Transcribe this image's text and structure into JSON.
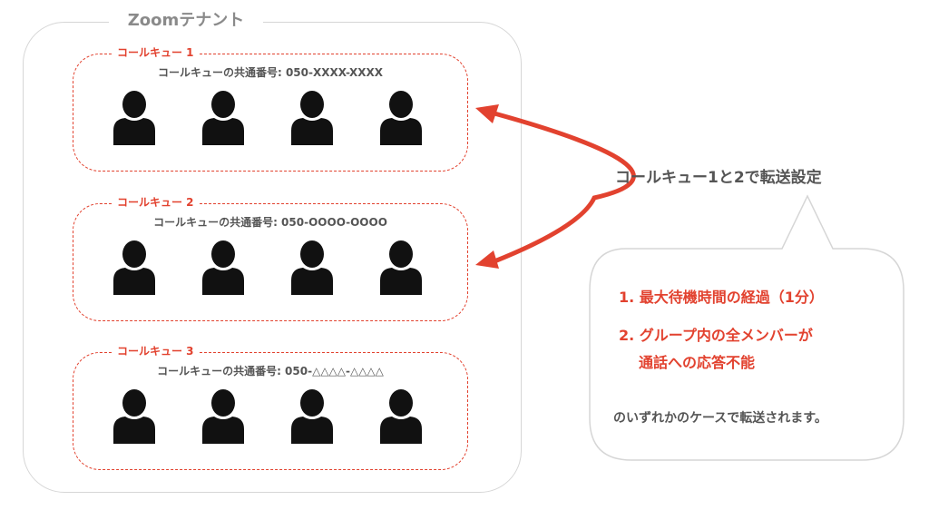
{
  "tenant": {
    "title": "Zoomテナント"
  },
  "queues": [
    {
      "label": "コールキュー 1",
      "number_text": "コールキューの共通番号: 050-XXXX-XXXX",
      "member_count": 4
    },
    {
      "label": "コールキュー 2",
      "number_text": "コールキューの共通番号: 050-OOOO-OOOO",
      "member_count": 4
    },
    {
      "label": "コールキュー 3",
      "number_text": "コールキューの共通番号: 050-△△△△-△△△△",
      "member_count": 4
    }
  ],
  "transfer": {
    "title": "コールキュー1と2で転送設定",
    "arrow_between": [
      "コールキュー 1",
      "コールキュー 2"
    ]
  },
  "bubble": {
    "condition_1": "1. 最大待機時間の経過（1分）",
    "condition_2_line1": "2. グループ内の全メンバーが",
    "condition_2_line2": "通話への応答不能",
    "footer": "のいずれかのケースで転送されます。"
  },
  "colors": {
    "accent": "#e2422f",
    "text": "#555555",
    "frame": "#d6d6d6",
    "icon": "#111111"
  }
}
